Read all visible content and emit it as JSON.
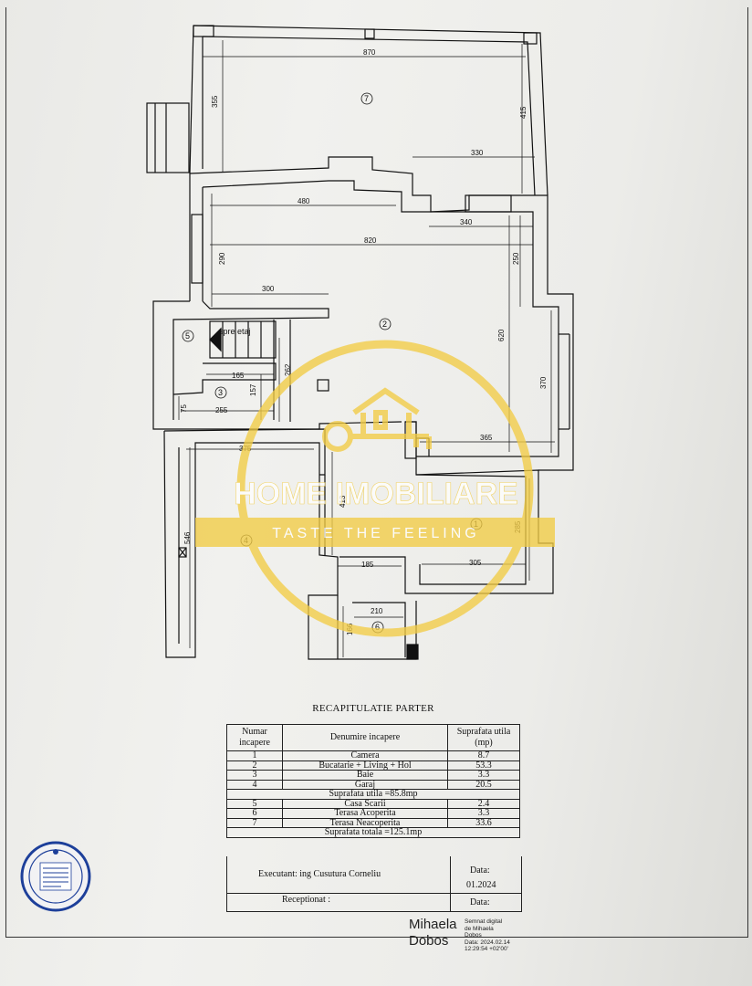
{
  "plan": {
    "dimensions": [
      "870",
      "355",
      "415",
      "330",
      "480",
      "340",
      "820",
      "290",
      "250",
      "620",
      "300",
      "165",
      "157",
      "262",
      "370",
      "75",
      "255",
      "365",
      "375",
      "413",
      "546",
      "285",
      "185",
      "305",
      "210",
      "166"
    ],
    "room_numbers": [
      "7",
      "2",
      "5",
      "3",
      "1",
      "4",
      "6"
    ],
    "stair_label": "spre etaj"
  },
  "watermark": {
    "brand": "HOME IMOBILIARE",
    "tagline": "TASTE THE FEELING",
    "color": "#f2cc45"
  },
  "recap": {
    "title": "RECAPITULATIE PARTER",
    "headers": [
      "Numar incapere",
      "Denumire incapere",
      "Suprafata utila (mp)"
    ],
    "rows": [
      {
        "nr": "1",
        "name": "Camera",
        "area": "8.7"
      },
      {
        "nr": "2",
        "name": "Bucatarie + Living + Hol",
        "area": "53.3"
      },
      {
        "nr": "3",
        "name": "Baie",
        "area": "3.3"
      },
      {
        "nr": "4",
        "name": "Garaj",
        "area": "20.5"
      }
    ],
    "subtotal": "Suprafata utila =85.8mp",
    "rows2": [
      {
        "nr": "5",
        "name": "Casa Scarii",
        "area": "2.4"
      },
      {
        "nr": "6",
        "name": "Terasa Acoperita",
        "area": "3.3"
      },
      {
        "nr": "7",
        "name": "Terasa Neacoperita",
        "area": "33.6"
      }
    ],
    "total": "Suprafata totala =125.1mp",
    "executant": "Executant: ing Cusutura Corneliu",
    "data_label": "Data:",
    "data_value": "01.2024",
    "receptionat": "Receptionat :",
    "data_label2": "Data:"
  },
  "signature": {
    "name_line1": "Mihaela",
    "name_line2": "Dobos",
    "meta": [
      "Semnat digital",
      "de Mihaela",
      "Dobos",
      "Data: 2024.02.14",
      "12:29:54 +02'00'"
    ]
  }
}
